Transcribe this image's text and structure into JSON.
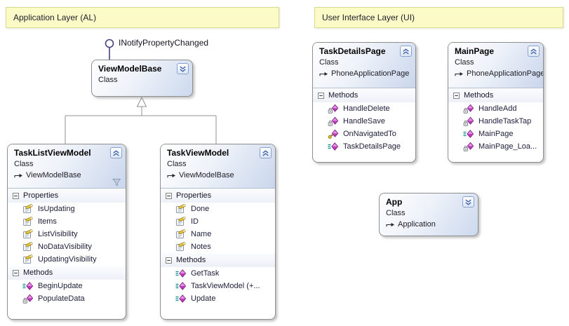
{
  "comments": [
    {
      "label": "Application Layer (AL)"
    },
    {
      "label": "User Interface Layer (UI)"
    }
  ],
  "interface_lollipop": {
    "label": "INotifyPropertyChanged"
  },
  "classes": [
    {
      "name": "ViewModelBase",
      "stereotype": "Class",
      "collapsed": true,
      "expand_icon": "chevron-expand-down-icon"
    },
    {
      "name": "TaskListViewModel",
      "stereotype": "Class",
      "base": "ViewModelBase",
      "collapsed": false,
      "collapse_icon": "chevron-collapse-up-icon",
      "filter_icon": "filter-funnel-icon",
      "sections": [
        {
          "label": "Properties",
          "members": [
            {
              "label": "IsUpdating",
              "icon": "property-icon"
            },
            {
              "label": "Items",
              "icon": "property-icon"
            },
            {
              "label": "ListVisibility",
              "icon": "property-icon"
            },
            {
              "label": "NoDataVisibility",
              "icon": "property-icon"
            },
            {
              "label": "UpdatingVisibility",
              "icon": "property-icon"
            }
          ]
        },
        {
          "label": "Methods",
          "members": [
            {
              "label": "BeginUpdate",
              "icon": "method-public-icon"
            },
            {
              "label": "PopulateData",
              "icon": "method-private-icon"
            }
          ]
        }
      ]
    },
    {
      "name": "TaskViewModel",
      "stereotype": "Class",
      "base": "ViewModelBase",
      "collapsed": false,
      "collapse_icon": "chevron-collapse-up-icon",
      "sections": [
        {
          "label": "Properties",
          "members": [
            {
              "label": "Done",
              "icon": "property-icon"
            },
            {
              "label": "ID",
              "icon": "property-icon"
            },
            {
              "label": "Name",
              "icon": "property-icon"
            },
            {
              "label": "Notes",
              "icon": "property-icon"
            }
          ]
        },
        {
          "label": "Methods",
          "members": [
            {
              "label": "GetTask",
              "icon": "method-public-icon"
            },
            {
              "label": "TaskViewModel (+...",
              "icon": "method-public-icon"
            },
            {
              "label": "Update",
              "icon": "method-public-icon"
            }
          ]
        }
      ]
    },
    {
      "name": "TaskDetailsPage",
      "stereotype": "Class",
      "base": "PhoneApplicationPage",
      "collapsed": false,
      "collapse_icon": "chevron-collapse-up-icon",
      "sections": [
        {
          "label": "Methods",
          "members": [
            {
              "label": "HandleDelete",
              "icon": "method-private-icon"
            },
            {
              "label": "HandleSave",
              "icon": "method-private-icon"
            },
            {
              "label": "OnNavigatedTo",
              "icon": "method-protected-icon"
            },
            {
              "label": "TaskDetailsPage",
              "icon": "method-public-icon"
            }
          ]
        }
      ]
    },
    {
      "name": "MainPage",
      "stereotype": "Class",
      "base": "PhoneApplicationPage",
      "collapsed": false,
      "collapse_icon": "chevron-collapse-up-icon",
      "sections": [
        {
          "label": "Methods",
          "members": [
            {
              "label": "HandleAdd",
              "icon": "method-private-icon"
            },
            {
              "label": "HandleTaskTap",
              "icon": "method-private-icon"
            },
            {
              "label": "MainPage",
              "icon": "method-public-icon"
            },
            {
              "label": "MainPage_Loa...",
              "icon": "method-private-icon"
            }
          ]
        }
      ]
    },
    {
      "name": "App",
      "stereotype": "Class",
      "base": "Application",
      "collapsed": true,
      "expand_icon": "chevron-expand-down-icon"
    }
  ],
  "colors": {
    "comment_bg": "#fbfbc8",
    "comment_border": "#d9d98f",
    "box_border": "#8e8e8e",
    "header_gradient_end": "#c9d6ec",
    "method_diamond": "#c238c2",
    "teal_lines": "#0e8f8f",
    "chevron_blue": "#3c63ae",
    "lollipop": "#43437e"
  }
}
